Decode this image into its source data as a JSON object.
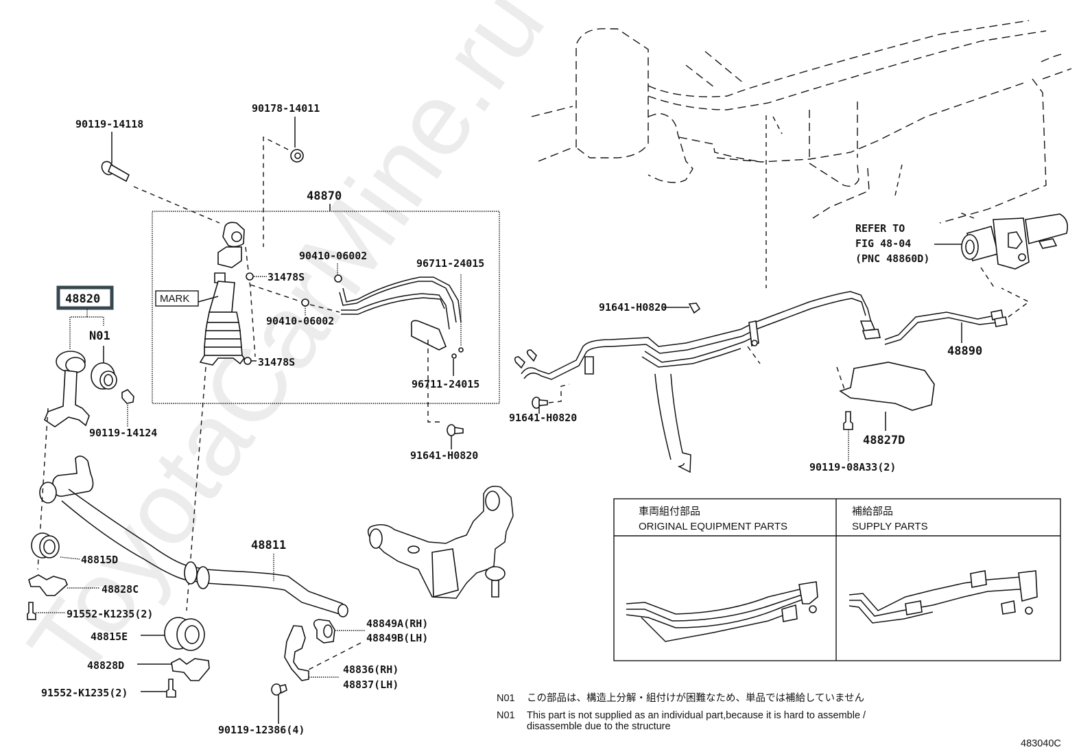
{
  "diagram": {
    "figure_id": "483040C",
    "watermark": "ToyotaCarMine.ru",
    "highlighted_part": "48820",
    "highlight_color": "#37474f",
    "parts": {
      "p90119_14118": "90119-14118",
      "p90178_14011": "90178-14011",
      "p48870": "48870",
      "p90410_06002_a": "90410-06002",
      "p96711_24015_a": "96711-24015",
      "p31478S_a": "31478S",
      "p90410_06002_b": "90410-06002",
      "p31478S_b": "31478S",
      "p96711_24015_b": "96711-24015",
      "mark": "MARK",
      "p48820": "48820",
      "n01": "N01",
      "p90119_14124": "90119-14124",
      "p91641_H0820_a": "91641-H0820",
      "p91641_H0820_b": "91641-H0820",
      "p91641_H0820_c": "91641-H0820",
      "p48890": "48890",
      "p48827D": "48827D",
      "p90119_08A33": "90119-08A33(2)",
      "p48815D": "48815D",
      "p48828C": "48828C",
      "p91552_K1235_a": "91552-K1235(2)",
      "p48811": "48811",
      "p48815E": "48815E",
      "p48828D": "48828D",
      "p91552_K1235_b": "91552-K1235(2)",
      "p48849A": "48849A(RH)",
      "p48849B": "48849B(LH)",
      "p48836": "48836(RH)",
      "p48837": "48837(LH)",
      "p90119_12386": "90119-12386(4)"
    },
    "refer": {
      "line1": "REFER TO",
      "line2": "FIG 48-04",
      "line3": "(PNC 48860D)"
    },
    "comparison_table": {
      "left_jp": "車両組付部品",
      "left_en": "ORIGINAL EQUIPMENT PARTS",
      "right_jp": "補給部品",
      "right_en": "SUPPLY PARTS"
    },
    "notes": [
      {
        "code": "N01",
        "text": "この部品は、構造上分解・組付けが困難なため、単品では補給していません"
      },
      {
        "code": "N01",
        "text": "This part is not supplied as an individual part,because it is hard to assemble /",
        "text2": "disassemble due to the structure"
      }
    ]
  }
}
